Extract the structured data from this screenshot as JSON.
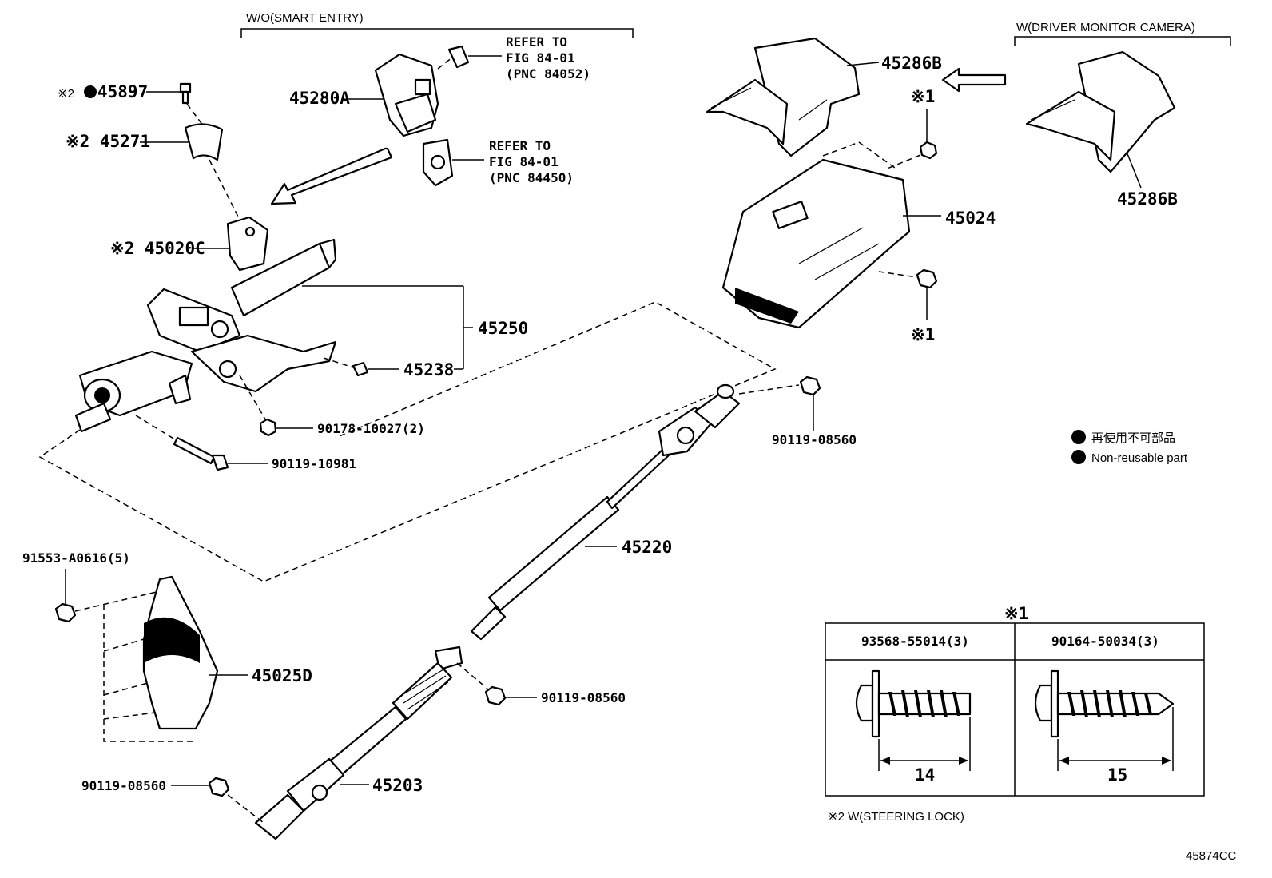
{
  "brackets": {
    "smart_entry": "W/O(SMART ENTRY)",
    "driver_monitor": "W(DRIVER MONITOR CAMERA)"
  },
  "refer_1": [
    "REFER TO",
    "FIG 84-01",
    "(PNC 84052)"
  ],
  "refer_2": [
    "REFER TO",
    "FIG 84-01",
    "(PNC 84450)"
  ],
  "parts": {
    "p45897_mark": "※2",
    "p45897": "45897",
    "p45271": "※2 45271",
    "p45020C": "※2 45020C",
    "p45280A": "45280A",
    "p45250": "45250",
    "p45238": "45238",
    "p90178": "90178-10027(2)",
    "p90119_10981": "90119-10981",
    "p91553": "91553-A0616(5)",
    "p45025D": "45025D",
    "p45220": "45220",
    "p90119_08560_a": "90119-08560",
    "p90119_08560_b": "90119-08560",
    "p90119_08560_c": "90119-08560",
    "p45203": "45203",
    "p45286B_a": "45286B",
    "p45286B_b": "45286B",
    "p45024": "45024",
    "mark1_a": "※1",
    "mark1_b": "※1"
  },
  "legend": {
    "line1": "再使用不可部品",
    "line2": "Non-reusable part"
  },
  "table": {
    "title": "※1",
    "col1": "93568-55014(3)",
    "col2": "90164-50034(3)",
    "dim1": "14",
    "dim2": "15"
  },
  "footnote": "※2 W(STEERING LOCK)",
  "diagram_code": "45874CC"
}
